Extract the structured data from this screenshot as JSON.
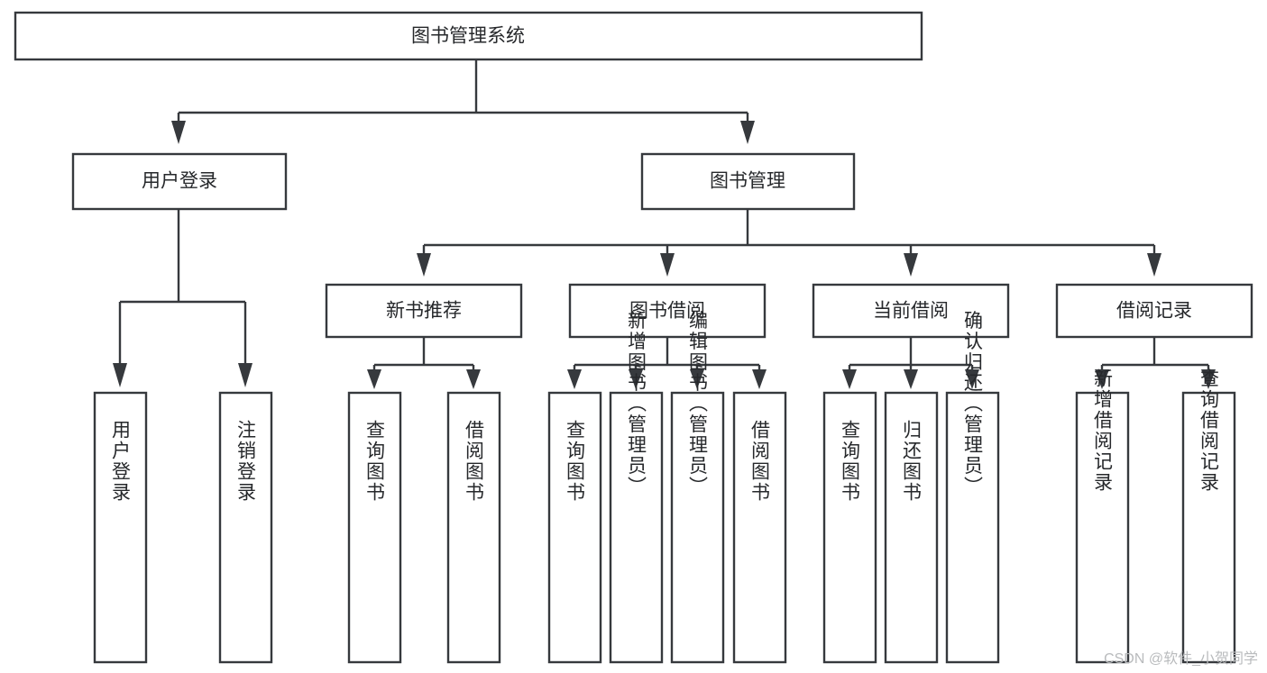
{
  "diagram": {
    "title": "图书管理系统",
    "type": "tree-hierarchy-chart",
    "watermark": "CSDN @软件_小贺同学",
    "colors": {
      "stroke": "#36393d",
      "fill": "#ffffff",
      "text": "#26282b",
      "watermark": "#b9bbbd"
    },
    "root": {
      "label": "图书管理系统"
    },
    "level2": [
      {
        "label": "用户登录"
      },
      {
        "label": "图书管理"
      }
    ],
    "level3": [
      {
        "label": "新书推荐"
      },
      {
        "label": "图书借阅"
      },
      {
        "label": "当前借阅"
      },
      {
        "label": "借阅记录"
      }
    ],
    "leaves_user_login": [
      {
        "label": "用户登录"
      },
      {
        "label": "注销登录"
      }
    ],
    "leaves_new_book": [
      {
        "label": "查询图书"
      },
      {
        "label": "借阅图书"
      }
    ],
    "leaves_borrow": [
      {
        "label": "查询图书"
      },
      {
        "label": "新增图书（管理员）"
      },
      {
        "label": "编辑图书（管理员）"
      },
      {
        "label": "借阅图书"
      }
    ],
    "leaves_current": [
      {
        "label": "查询图书"
      },
      {
        "label": "归还图书"
      },
      {
        "label": "确认归还（管理员）"
      }
    ],
    "leaves_record": [
      {
        "label": "新增借阅记录"
      },
      {
        "label": "查询借阅记录"
      }
    ]
  }
}
